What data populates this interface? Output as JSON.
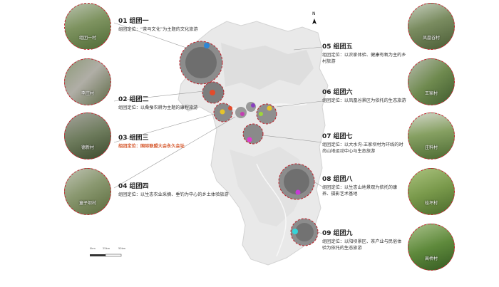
{
  "north": "N",
  "scale_labels": [
    "0km",
    "25km",
    "50km"
  ],
  "groups": [
    {
      "num": "01",
      "name": "组团一",
      "desc": "组团定位：“茶马文化”为主题的文化旅游",
      "highlight": false,
      "color": "#2e86d6",
      "photo_label": "组团一村"
    },
    {
      "num": "02",
      "name": "组团二",
      "desc": "组团定位：以桑蚕农耕为主题的康程旅游",
      "highlight": false,
      "color": "#e24b2b",
      "photo_label": "李庄村"
    },
    {
      "num": "03",
      "name": "组团三",
      "desc": "组团定位：国际联盟大会永久会址",
      "highlight": true,
      "color": "#e6c42a",
      "photo_label": "德新村"
    },
    {
      "num": "04",
      "name": "组团四",
      "desc": "组团定位：以生态农业采摘、垂钓为中心的乡土体验旅游",
      "highlight": false,
      "color": "#c43fb3",
      "photo_label": "童子坝村"
    },
    {
      "num": "05",
      "name": "组团五",
      "desc": "组团定位：以农家体验、健康有氧为主的乡村旅游",
      "highlight": false,
      "color": "#8a3fc0",
      "photo_label": "凤凰谷村"
    },
    {
      "num": "06",
      "name": "组团六",
      "desc": "组团定位：以凤凰谷景区为依托的生态旅游",
      "highlight": false,
      "color": "#9fd63a",
      "photo_label": "王家村"
    },
    {
      "num": "07",
      "name": "组团七",
      "desc": "组团定位：以大水沟-王家坝村为环线的时尚山地运动中心与生态旅游",
      "highlight": false,
      "color": "#e63ad1",
      "photo_label": "庄料村"
    },
    {
      "num": "08",
      "name": "组团八",
      "desc": "组团定位：以生态山地景观为依托的康养、摄影艺术基地",
      "highlight": false,
      "color": "#c63ad6",
      "photo_label": "桂坪村"
    },
    {
      "num": "09",
      "name": "组团九",
      "desc": "组团定位：以阳坝景区、茶产业与民俗体验为依托的生态旅游",
      "highlight": false,
      "color": "#35d3d8",
      "photo_label": "高桥村"
    }
  ]
}
